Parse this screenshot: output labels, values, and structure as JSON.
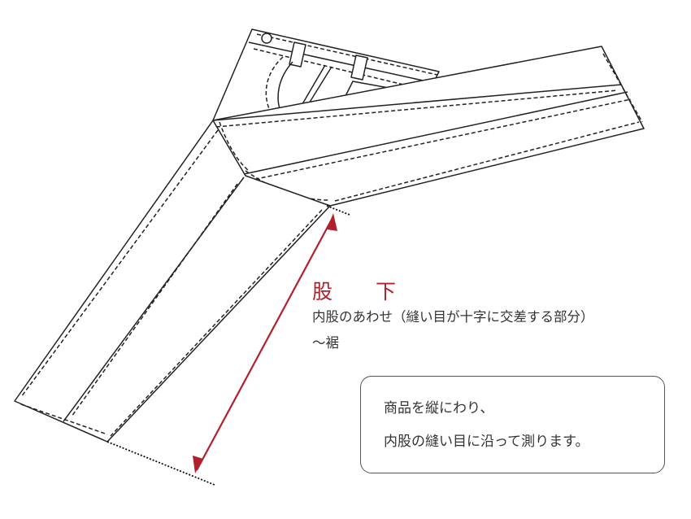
{
  "label": {
    "title": "股　下",
    "description_line1": "内股のあわせ（縫い目が十字に交差する部分）",
    "description_line2": "～裾"
  },
  "note": {
    "line1": "商品を縦にわり、",
    "line2": "内股の縫い目に沿って測ります。"
  },
  "colors": {
    "accent": "#b3202d",
    "outline": "#222222"
  }
}
